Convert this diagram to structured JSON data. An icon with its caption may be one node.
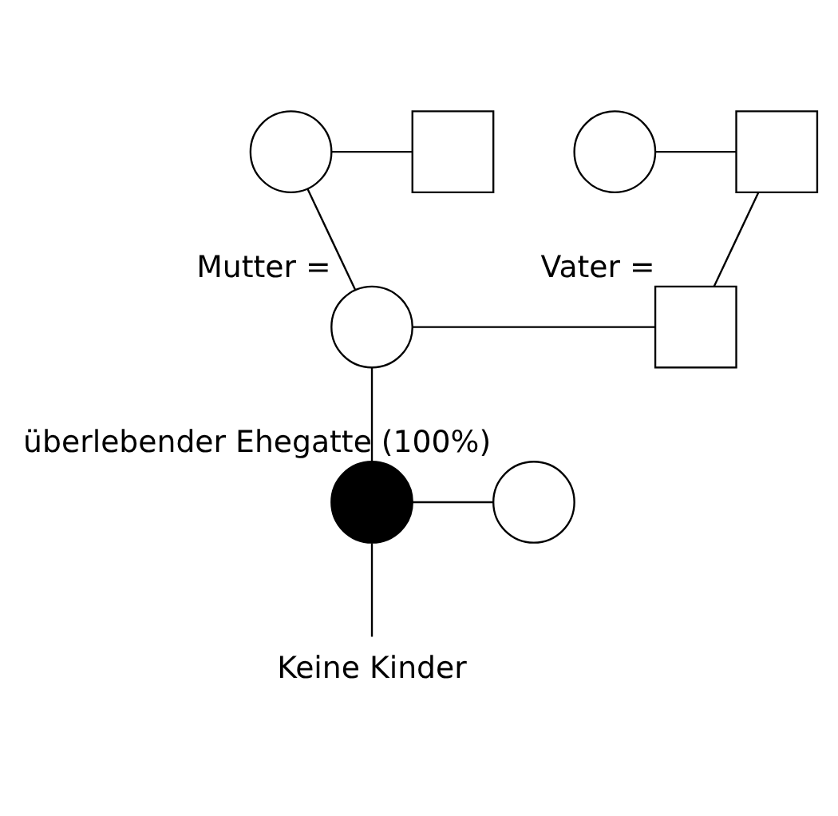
{
  "diagram": {
    "nodes": [
      {
        "text": [],
        "shape": "circle"
      },
      {
        "text": [],
        "shape": "box"
      },
      {
        "text": [],
        "shape": "circle"
      },
      {
        "text": [],
        "shape": "box"
      },
      {
        "text": [],
        "shape": "circle",
        "beside": [
          "Mutter ="
        ]
      },
      {
        "text": [],
        "shape": "box",
        "beside": [
          "Vater ="
        ]
      },
      {
        "text": [],
        "shape": "circle"
      },
      {
        "text": [],
        "shape": "circle",
        "beside": [
          "überlebender Ehegatte (100%)"
        ]
      },
      {
        "text": [
          "Keine Kinder"
        ]
      }
    ],
    "edges": [
      {
        "from": 0,
        "to": 1,
        "arrow": "none"
      },
      {
        "from": 2,
        "to": 3,
        "arrow": "none"
      },
      {
        "from": 0,
        "to": 4,
        "arrow": "none"
      },
      {
        "from": 3,
        "to": 5,
        "arrow": "none"
      },
      {
        "from": 4,
        "to": 5,
        "arrow": "none"
      },
      {
        "from": 4,
        "to": 6,
        "arrow": "none"
      },
      {
        "from": 6,
        "to": 7,
        "arrow": "none"
      },
      {
        "from": 6,
        "to": 8,
        "arrow": "none"
      }
    ]
  }
}
